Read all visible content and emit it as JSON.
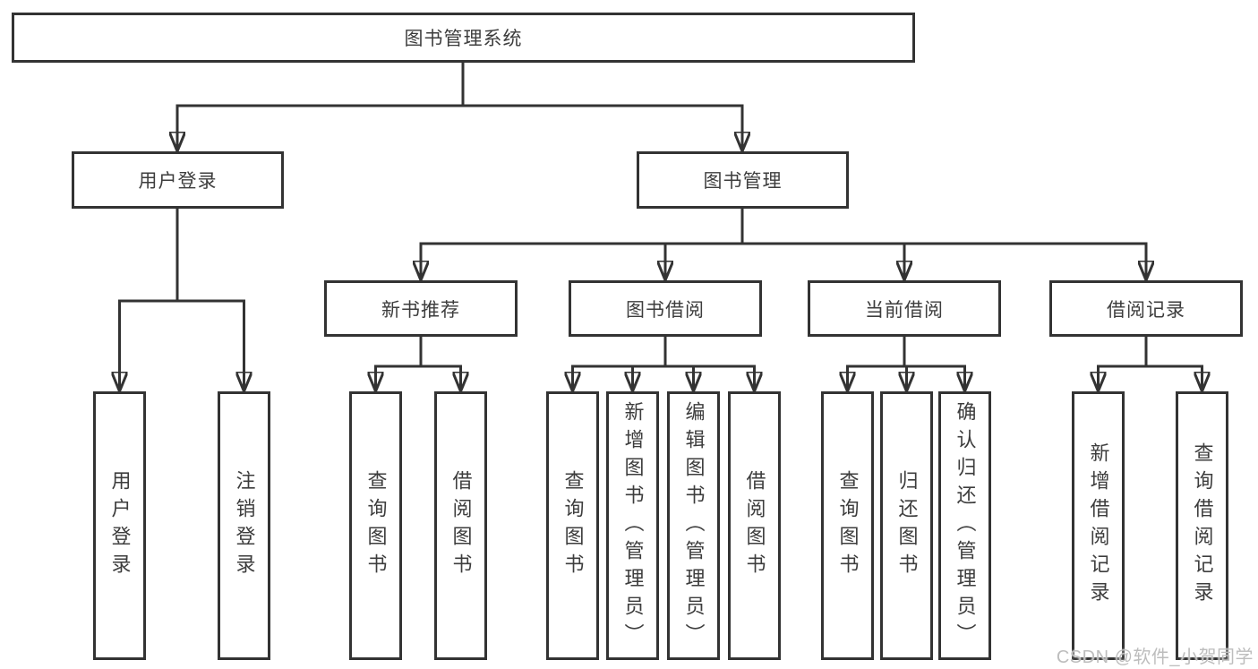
{
  "diagram": {
    "root": {
      "label": "图书管理系统"
    },
    "level2": {
      "user_login": {
        "label": "用户登录"
      },
      "book_management": {
        "label": "图书管理"
      }
    },
    "level3": {
      "new_book_recommend": {
        "label": "新书推荐"
      },
      "book_borrow": {
        "label": "图书借阅"
      },
      "current_borrow": {
        "label": "当前借阅"
      },
      "borrow_records": {
        "label": "借阅记录"
      }
    },
    "leaves": {
      "login": {
        "label": "用户登录"
      },
      "logout": {
        "label": "注销登录"
      },
      "nbr_query_books": {
        "label": "查询图书"
      },
      "nbr_borrow_books": {
        "label": "借阅图书"
      },
      "bb_query_books": {
        "label": "查询图书"
      },
      "bb_add_books": {
        "label": "新增图书（管理员）"
      },
      "bb_edit_books": {
        "label": "编辑图书（管理员）"
      },
      "bb_borrow_books": {
        "label": "借阅图书"
      },
      "cb_query_books": {
        "label": "查询图书"
      },
      "cb_return_books": {
        "label": "归还图书"
      },
      "cb_confirm_return": {
        "label": "确认归还（管理员）"
      },
      "br_add_record": {
        "label": "新增借阅记录"
      },
      "br_query_record": {
        "label": "查询借阅记录"
      }
    },
    "watermark": "CSDN @软件_小贺同学",
    "colors": {
      "line": "#333333",
      "box_border": "#333333",
      "text": "#3d3d3d",
      "watermark": "#bdbdbd",
      "background": "#ffffff"
    }
  }
}
